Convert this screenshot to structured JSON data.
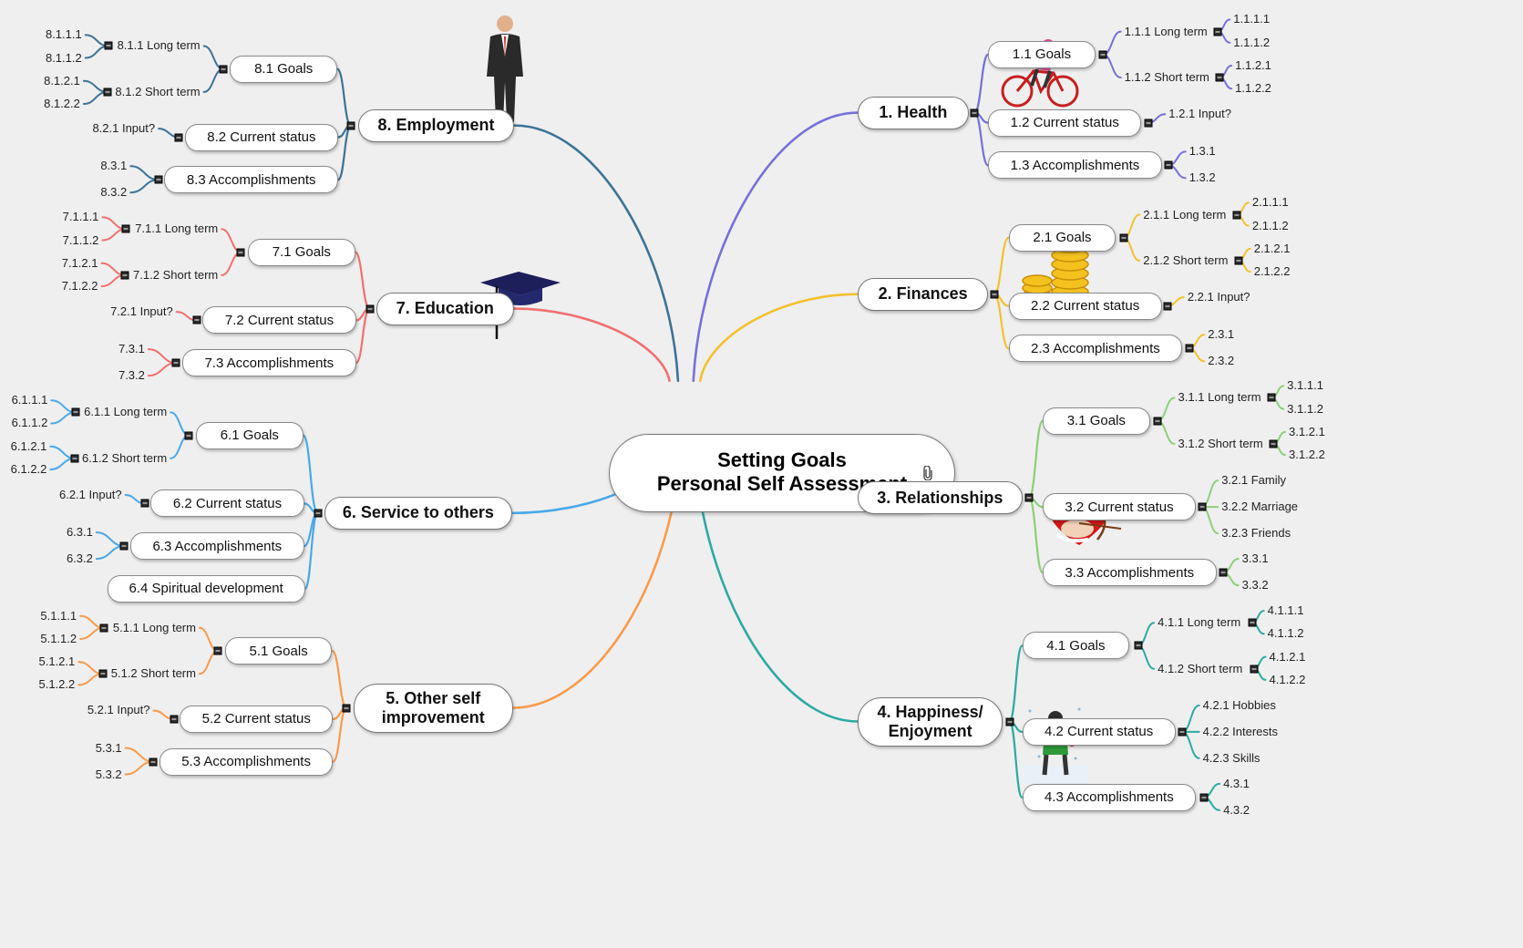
{
  "central": {
    "line1": "Setting Goals",
    "line2": "Personal Self Assessment",
    "attachment_icon": "paperclip-icon"
  },
  "branches": [
    {
      "title": "1.  Health",
      "color": "#7670d8",
      "illustration": "cyclist-icon",
      "subs": [
        {
          "label": "1.1  Goals",
          "children": [
            {
              "label": "1.1.1  Long term",
              "children": [
                "1.1.1.1",
                "1.1.1.2"
              ]
            },
            {
              "label": "1.1.2  Short term",
              "children": [
                "1.1.2.1",
                "1.1.2.2"
              ]
            }
          ]
        },
        {
          "label": "1.2  Current status",
          "children": [
            "1.2.1  Input?"
          ]
        },
        {
          "label": "1.3  Accomplishments",
          "children": [
            "1.3.1",
            "1.3.2"
          ]
        }
      ]
    },
    {
      "title": "2.  Finances",
      "color": "#f2c12e",
      "illustration": "gold-coins-icon",
      "subs": [
        {
          "label": "2.1  Goals",
          "children": [
            {
              "label": "2.1.1  Long term",
              "children": [
                "2.1.1.1",
                "2.1.1.2"
              ]
            },
            {
              "label": "2.1.2  Short term",
              "children": [
                "2.1.2.1",
                "2.1.2.2"
              ]
            }
          ]
        },
        {
          "label": "2.2  Current status",
          "children": [
            "2.2.1  Input?"
          ]
        },
        {
          "label": "2.3  Accomplishments",
          "children": [
            "2.3.1",
            "2.3.2"
          ]
        }
      ]
    },
    {
      "title": "3.  Relationships",
      "color": "#8ecf7a",
      "illustration": "cupid-heart-icon",
      "subs": [
        {
          "label": "3.1  Goals",
          "children": [
            {
              "label": "3.1.1  Long term",
              "children": [
                "3.1.1.1",
                "3.1.1.2"
              ]
            },
            {
              "label": "3.1.2  Short term",
              "children": [
                "3.1.2.1",
                "3.1.2.2"
              ]
            }
          ]
        },
        {
          "label": "3.2  Current status",
          "children": [
            "3.2.1  Family",
            "3.2.2  Marriage",
            "3.2.3  Friends"
          ]
        },
        {
          "label": "3.3  Accomplishments",
          "children": [
            "3.3.1",
            "3.3.2"
          ]
        }
      ]
    },
    {
      "title": "4.  Happiness/ Enjoyment",
      "title_line1": "4.  Happiness/",
      "title_line2": "Enjoyment",
      "color": "#2eaaa0",
      "illustration": "snow-child-icon",
      "subs": [
        {
          "label": "4.1  Goals",
          "children": [
            {
              "label": "4.1.1  Long term",
              "children": [
                "4.1.1.1",
                "4.1.1.2"
              ]
            },
            {
              "label": "4.1.2  Short term",
              "children": [
                "4.1.2.1",
                "4.1.2.2"
              ]
            }
          ]
        },
        {
          "label": "4.2  Current status",
          "children": [
            "4.2.1  Hobbies",
            "4.2.2  Interests",
            "4.2.3  Skills"
          ]
        },
        {
          "label": "4.3  Accomplishments",
          "children": [
            "4.3.1",
            "4.3.2"
          ]
        }
      ]
    },
    {
      "title": "5.  Other self improvement",
      "title_line1": "5.     Other self",
      "title_line2": "improvement",
      "color": "#f89a4a",
      "illustration": "",
      "subs": [
        {
          "label": "5.1  Goals",
          "children": [
            {
              "label": "5.1.1  Long term",
              "children": [
                "5.1.1.1",
                "5.1.1.2"
              ]
            },
            {
              "label": "5.1.2  Short term",
              "children": [
                "5.1.2.1",
                "5.1.2.2"
              ]
            }
          ]
        },
        {
          "label": "5.2  Current status",
          "children": [
            "5.2.1  Input?"
          ]
        },
        {
          "label": "5.3  Accomplishments",
          "children": [
            "5.3.1",
            "5.3.2"
          ]
        }
      ]
    },
    {
      "title": "6.  Service to others",
      "color": "#4aa8e8",
      "illustration": "",
      "subs": [
        {
          "label": "6.1  Goals",
          "children": [
            {
              "label": "6.1.1  Long term",
              "children": [
                "6.1.1.1",
                "6.1.1.2"
              ]
            },
            {
              "label": "6.1.2  Short term",
              "children": [
                "6.1.2.1",
                "6.1.2.2"
              ]
            }
          ]
        },
        {
          "label": "6.2  Current status",
          "children": [
            "6.2.1  Input?"
          ]
        },
        {
          "label": "6.3  Accomplishments",
          "children": [
            "6.3.1",
            "6.3.2"
          ]
        },
        {
          "label": "6.4  Spiritual development",
          "children": []
        }
      ]
    },
    {
      "title": "7.  Education",
      "color": "#f07070",
      "illustration": "graduation-cap-icon",
      "subs": [
        {
          "label": "7.1  Goals",
          "children": [
            {
              "label": "7.1.1  Long term",
              "children": [
                "7.1.1.1",
                "7.1.1.2"
              ]
            },
            {
              "label": "7.1.2  Short term",
              "children": [
                "7.1.2.1",
                "7.1.2.2"
              ]
            }
          ]
        },
        {
          "label": "7.2  Current status",
          "children": [
            "7.2.1  Input?"
          ]
        },
        {
          "label": "7.3  Accomplishments",
          "children": [
            "7.3.1",
            "7.3.2"
          ]
        }
      ]
    },
    {
      "title": "8.  Employment",
      "color": "#3d7396",
      "illustration": "businessman-icon",
      "subs": [
        {
          "label": "8.1  Goals",
          "children": [
            {
              "label": "8.1.1  Long term",
              "children": [
                "8.1.1.1",
                "8.1.1.2"
              ]
            },
            {
              "label": "8.1.2  Short term",
              "children": [
                "8.1.2.1",
                "8.1.2.2"
              ]
            }
          ]
        },
        {
          "label": "8.2  Current status",
          "children": [
            "8.2.1  Input?"
          ]
        },
        {
          "label": "8.3  Accomplishments",
          "children": [
            "8.3.1",
            "8.3.2"
          ]
        }
      ]
    }
  ]
}
